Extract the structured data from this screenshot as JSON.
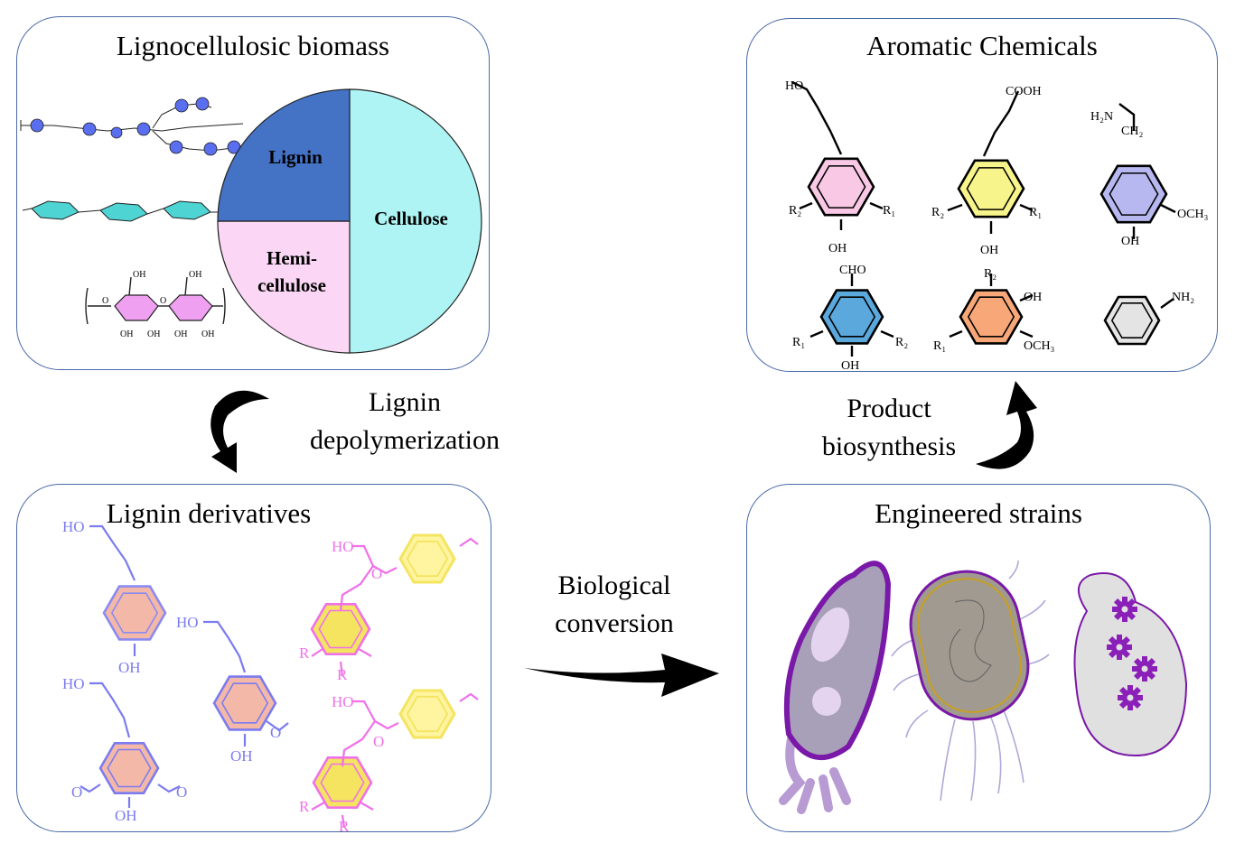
{
  "panels": {
    "biomass": {
      "title": "Lignocellulosic biomass",
      "pie": {
        "slices": [
          {
            "label": "Cellulose",
            "fraction": 0.5,
            "color": "#aef4f4"
          },
          {
            "label": "Hemi-",
            "label2": "cellulose",
            "fraction": 0.25,
            "color": "#fbd7f5"
          },
          {
            "label": "Lignin",
            "fraction": 0.25,
            "color": "#4472c4"
          }
        ]
      },
      "glucose_labels": {
        "oh": "OH",
        "o": "O"
      }
    },
    "aromatics": {
      "title": "Aromatic Chemicals",
      "labels": {
        "ho": "HO",
        "cooh": "COOH",
        "h2n": "H₂N",
        "ch2": "CH₂",
        "och3": "OCH₃",
        "oh": "OH",
        "r1": "R₁",
        "r2": "R₂",
        "cho": "CHO",
        "nh2": "NH₂"
      },
      "ring_colors": [
        "#f8c8e4",
        "#f6f48a",
        "#b8b8f0",
        "#5aa8dc",
        "#f8a878",
        "#e4e4e4"
      ]
    },
    "derivatives": {
      "title": "Lignin derivatives",
      "labels": {
        "ho": "HO",
        "oh": "OH",
        "o": "O",
        "r": "R"
      },
      "colors": {
        "guaiacyl": "#7b7bf0",
        "pcoumaryl": "#8a8af0",
        "dimer": "#f070e8",
        "ring_fill": "#f4b8a8",
        "dimer_ring": "#f4e460"
      }
    },
    "strains": {
      "title": "Engineered strains",
      "colors": {
        "outline": "#7a18a8",
        "body": "#a8a0b8",
        "ecoli": "#a09a90",
        "yeast": "#e0e0e0",
        "gear": "#8a20b8"
      }
    }
  },
  "arrows": {
    "depolymerization": {
      "line1": "Lignin",
      "line2": "depolymerization"
    },
    "biological": {
      "line1": "Biological",
      "line2": "conversion"
    },
    "biosynthesis": {
      "line1": "Product",
      "line2": "biosynthesis"
    }
  }
}
